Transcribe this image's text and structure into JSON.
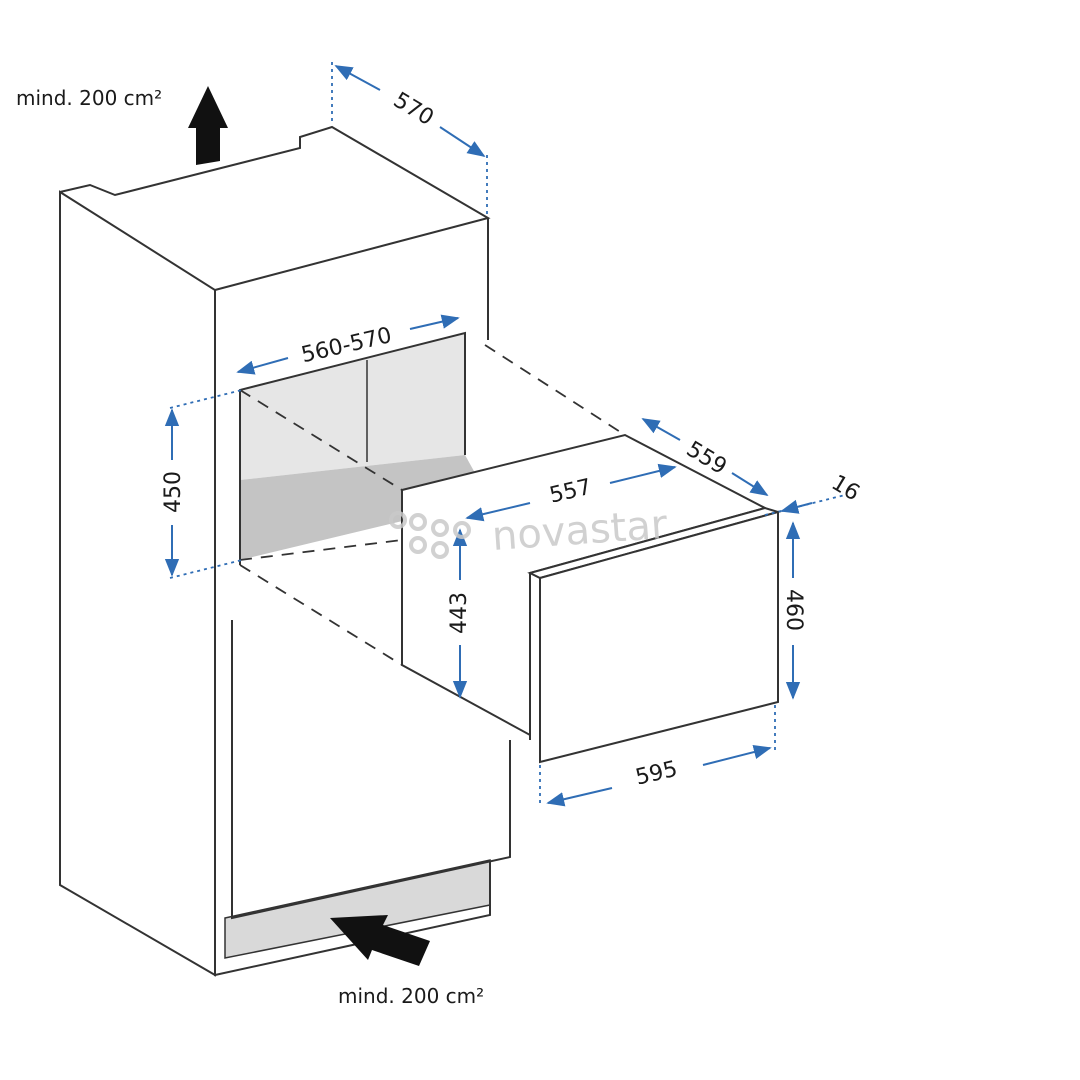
{
  "labels": {
    "vent_top": "mind. 200 cm²",
    "vent_bottom": "mind. 200 cm²",
    "depth_cabinet": "570",
    "width_niche": "560-570",
    "height_niche": "450",
    "depth_appliance": "559",
    "front_thickness": "16",
    "width_body": "557",
    "height_body": "443",
    "height_front": "460",
    "width_front": "595"
  },
  "watermark": "novastar",
  "colors": {
    "line": "#333333",
    "dimension": "#2f6db5",
    "niche_back": "#e6e6e6",
    "niche_floor": "#c4c4c4",
    "plinth": "#d9d9d9",
    "arrow": "#111111",
    "watermark": "#c9c9c9"
  }
}
